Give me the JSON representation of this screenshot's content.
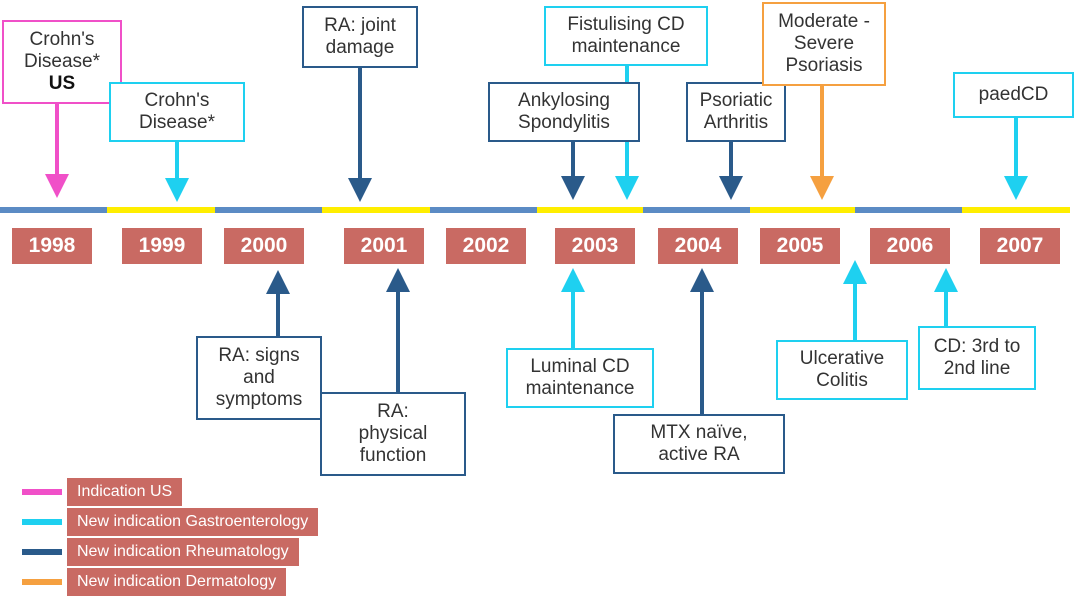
{
  "colors": {
    "us": "#f050c8",
    "gastro": "#1ed0f0",
    "rheum": "#2a5a8a",
    "derm": "#f5a040",
    "year_bg": "#c96a63",
    "timeline_a": "#5b8bc4",
    "timeline_b": "#ffee00"
  },
  "years": [
    "1998",
    "1999",
    "2000",
    "2001",
    "2002",
    "2003",
    "2004",
    "2005",
    "2006",
    "2007"
  ],
  "events_above": [
    {
      "text": "Crohn's\nDisease*",
      "bold": "US",
      "category": "us"
    },
    {
      "text": "Crohn's\nDisease*",
      "category": "gastro"
    },
    {
      "text": "RA: joint\ndamage",
      "category": "rheum"
    },
    {
      "text": "Fistulising CD\nmaintenance",
      "category": "gastro"
    },
    {
      "text": "Ankylosing\nSpondylitis",
      "category": "rheum"
    },
    {
      "text": "Psoriatic\nArthritis",
      "category": "rheum"
    },
    {
      "text": "Moderate -\nSevere\nPsoriasis",
      "category": "derm"
    },
    {
      "text": "paedCD",
      "category": "gastro"
    }
  ],
  "events_below": [
    {
      "text": "RA: signs\nand\nsymptoms",
      "category": "rheum"
    },
    {
      "text": "RA:\nphysical\nfunction",
      "category": "rheum"
    },
    {
      "text": "Luminal CD\nmaintenance",
      "category": "gastro"
    },
    {
      "text": "MTX naïve,\nactive RA",
      "category": "rheum"
    },
    {
      "text": "Ulcerative\nColitis",
      "category": "gastro"
    },
    {
      "text": "CD: 3rd to\n2nd line",
      "category": "gastro"
    }
  ],
  "legend": [
    "Indication US",
    "New indication Gastroenterology",
    "New indication Rheumatology",
    "New indication Dermatology"
  ]
}
